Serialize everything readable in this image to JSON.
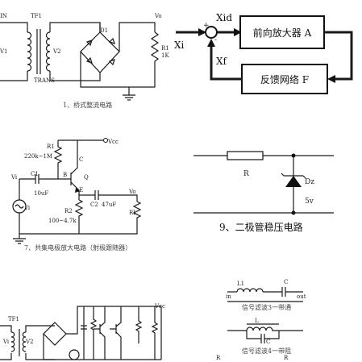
{
  "panel_bridge": {
    "caption": "1、桥式整流电路",
    "labels": {
      "in": "IN",
      "v1": "V1",
      "tf1": "TF1",
      "v2": "V2",
      "trans": "TRANS",
      "d1": "D1",
      "vo": "Vo",
      "r1": "R1",
      "r1_val": "1K"
    }
  },
  "panel_feedback": {
    "labels": {
      "xi": "Xi",
      "xid": "Xid",
      "xf": "Xf",
      "amp": "前向放大器 A",
      "fb": "反馈网络 F",
      "plus": "+",
      "minus": "-"
    }
  },
  "panel_follower": {
    "caption": "7、共集电极放大电路（射极跟随器）",
    "labels": {
      "vcc": "Vcc",
      "r1": "R1",
      "r1_val": "220k~1M",
      "c1": "C1",
      "c1_val": "10uF",
      "vi": "Vi",
      "vi2": "Vi",
      "b": "B",
      "c": "C",
      "e": "E",
      "q": "Q",
      "r2": "R2",
      "r2_val": "100~4.7k",
      "c2": "C2",
      "c2_val": "47uF",
      "rl": "RL",
      "vo": "Vo"
    }
  },
  "panel_zener": {
    "caption": "9、二极管稳压电路",
    "labels": {
      "r": "R",
      "dz": "Dz",
      "v": "5v"
    }
  },
  "panel_filters": {
    "caption_a": "信号滤波3一带通",
    "caption_b": "信号滤波4一带阻",
    "labels": {
      "l1": "L1",
      "c": "C",
      "in": "in",
      "out": "out",
      "l": "L",
      "c2": "C"
    }
  },
  "panel_bottom": {
    "labels": {
      "tf1": "TF1",
      "vi": "Vi",
      "v2": "V2",
      "vcc": "Vcc",
      "r": "R",
      "r2": "R"
    }
  }
}
